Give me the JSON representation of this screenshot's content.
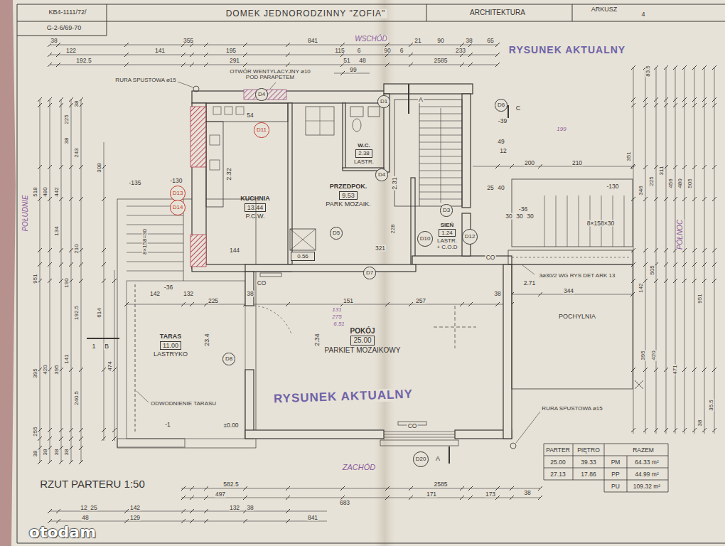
{
  "diagram": {
    "title": "DOMEK JEDNORODZINNY \"ZOFIA\"",
    "caption": "RZUT PARTERU 1:50",
    "nodes": [
      {
        "text": [
          "D4"
        ]
      },
      {
        "text": [
          "D1"
        ]
      },
      {
        "text": [
          "D6"
        ]
      },
      {
        "text": [
          "D11"
        ]
      },
      {
        "text": [
          "W.C.",
          "2.38",
          "LASTR."
        ]
      },
      {
        "text": [
          "D4"
        ]
      },
      {
        "text": [
          "KUCHNIA",
          "13.44",
          "P.C.W."
        ]
      },
      {
        "text": [
          "D13"
        ]
      },
      {
        "text": [
          "PRZEDPOK.",
          "9.53",
          "PARK MOZAIK."
        ]
      },
      {
        "text": [
          "D14"
        ]
      },
      {
        "text": [
          "D3"
        ]
      },
      {
        "text": [
          "D5"
        ]
      },
      {
        "text": [
          "SIEŃ",
          "1.24",
          "LASTR.",
          "+ C.O.D"
        ]
      },
      {
        "text": [
          "D10"
        ]
      },
      {
        "text": [
          "D12"
        ]
      },
      {
        "text": [
          "0.56"
        ]
      },
      {
        "text": [
          "D7"
        ]
      },
      {
        "text": [
          "TARAS",
          "11.00",
          "LASTRYKO"
        ]
      },
      {
        "text": [
          "POKÓJ",
          "25.00",
          "PARKIET MOZAIKOWY"
        ]
      },
      {
        "text": [
          "D8"
        ]
      },
      {
        "text": [
          "D20"
        ]
      }
    ],
    "labels": [
      "KB4-1111/72/",
      "G-2-6/69-70",
      "ARCHITEKTURA",
      "ARKUSZ",
      "4",
      "RYSUNEK AKTUALNY",
      "WSCHÓD",
      "38",
      "355",
      "841",
      "21",
      "90",
      "38",
      "65",
      "122",
      "141",
      "195",
      "115",
      "6",
      "90",
      "6",
      "233",
      "192.5",
      "291",
      "51",
      "48",
      "2585",
      "99",
      "OTWÓR WENTYLACYJNY ⌀10 POD PARAPETEM",
      "RURA SPUSTOWA ⌀15",
      "54",
      "2.32",
      "144",
      "2.31",
      "321",
      "228",
      "-135",
      "-130",
      "8×158=30",
      "-36",
      "142",
      "132",
      "38",
      "225",
      "151",
      "257",
      "38",
      "2.34",
      "23.4",
      "131",
      "275",
      "6.51",
      "RYSUNEK AKTUALNY",
      "ODWODNIENIE TARASU",
      "-1",
      "±0.00",
      "1",
      "B",
      "-39",
      "C",
      "A",
      "49",
      "12",
      "200",
      "210",
      "-130",
      "25",
      "40",
      "-36",
      "30",
      "30",
      "30",
      "8×158×30",
      "CO",
      "CO",
      "3⌀30/2 WG RYS DET ARK 13",
      "2.71",
      "344",
      "POCHYLNIA",
      "RURA SPUSTOWA ⌀15",
      "CO",
      "A",
      "ZACHÓD",
      "582.5",
      "2585",
      "497",
      "171",
      "173",
      "38",
      "683",
      "12",
      "25",
      "142",
      "132",
      "38",
      "48",
      "129",
      "841",
      "PARTER",
      "PIĘTRO",
      "RAZEM",
      "25.00",
      "39.33",
      "PM",
      "64.33 m²",
      "27.13",
      "17.86",
      "PP",
      "44.99 m²",
      "PU",
      "109.32 m²",
      "POŁUDNIE",
      "PÓŁNOC",
      "518",
      "951",
      "395",
      "255",
      "38",
      "480",
      "420",
      "38",
      "442",
      "134",
      "395",
      "38",
      "225",
      "38",
      "190",
      "141",
      "38",
      "38",
      "243",
      "210",
      "192.5",
      "240.5",
      "308",
      "614",
      "474",
      "83.5",
      "351",
      "346",
      "225",
      "311",
      "456",
      "480",
      "505",
      "951",
      "142",
      "505",
      "395",
      "420",
      "471",
      "38",
      "35.5",
      "otodam",
      "199"
    ]
  }
}
